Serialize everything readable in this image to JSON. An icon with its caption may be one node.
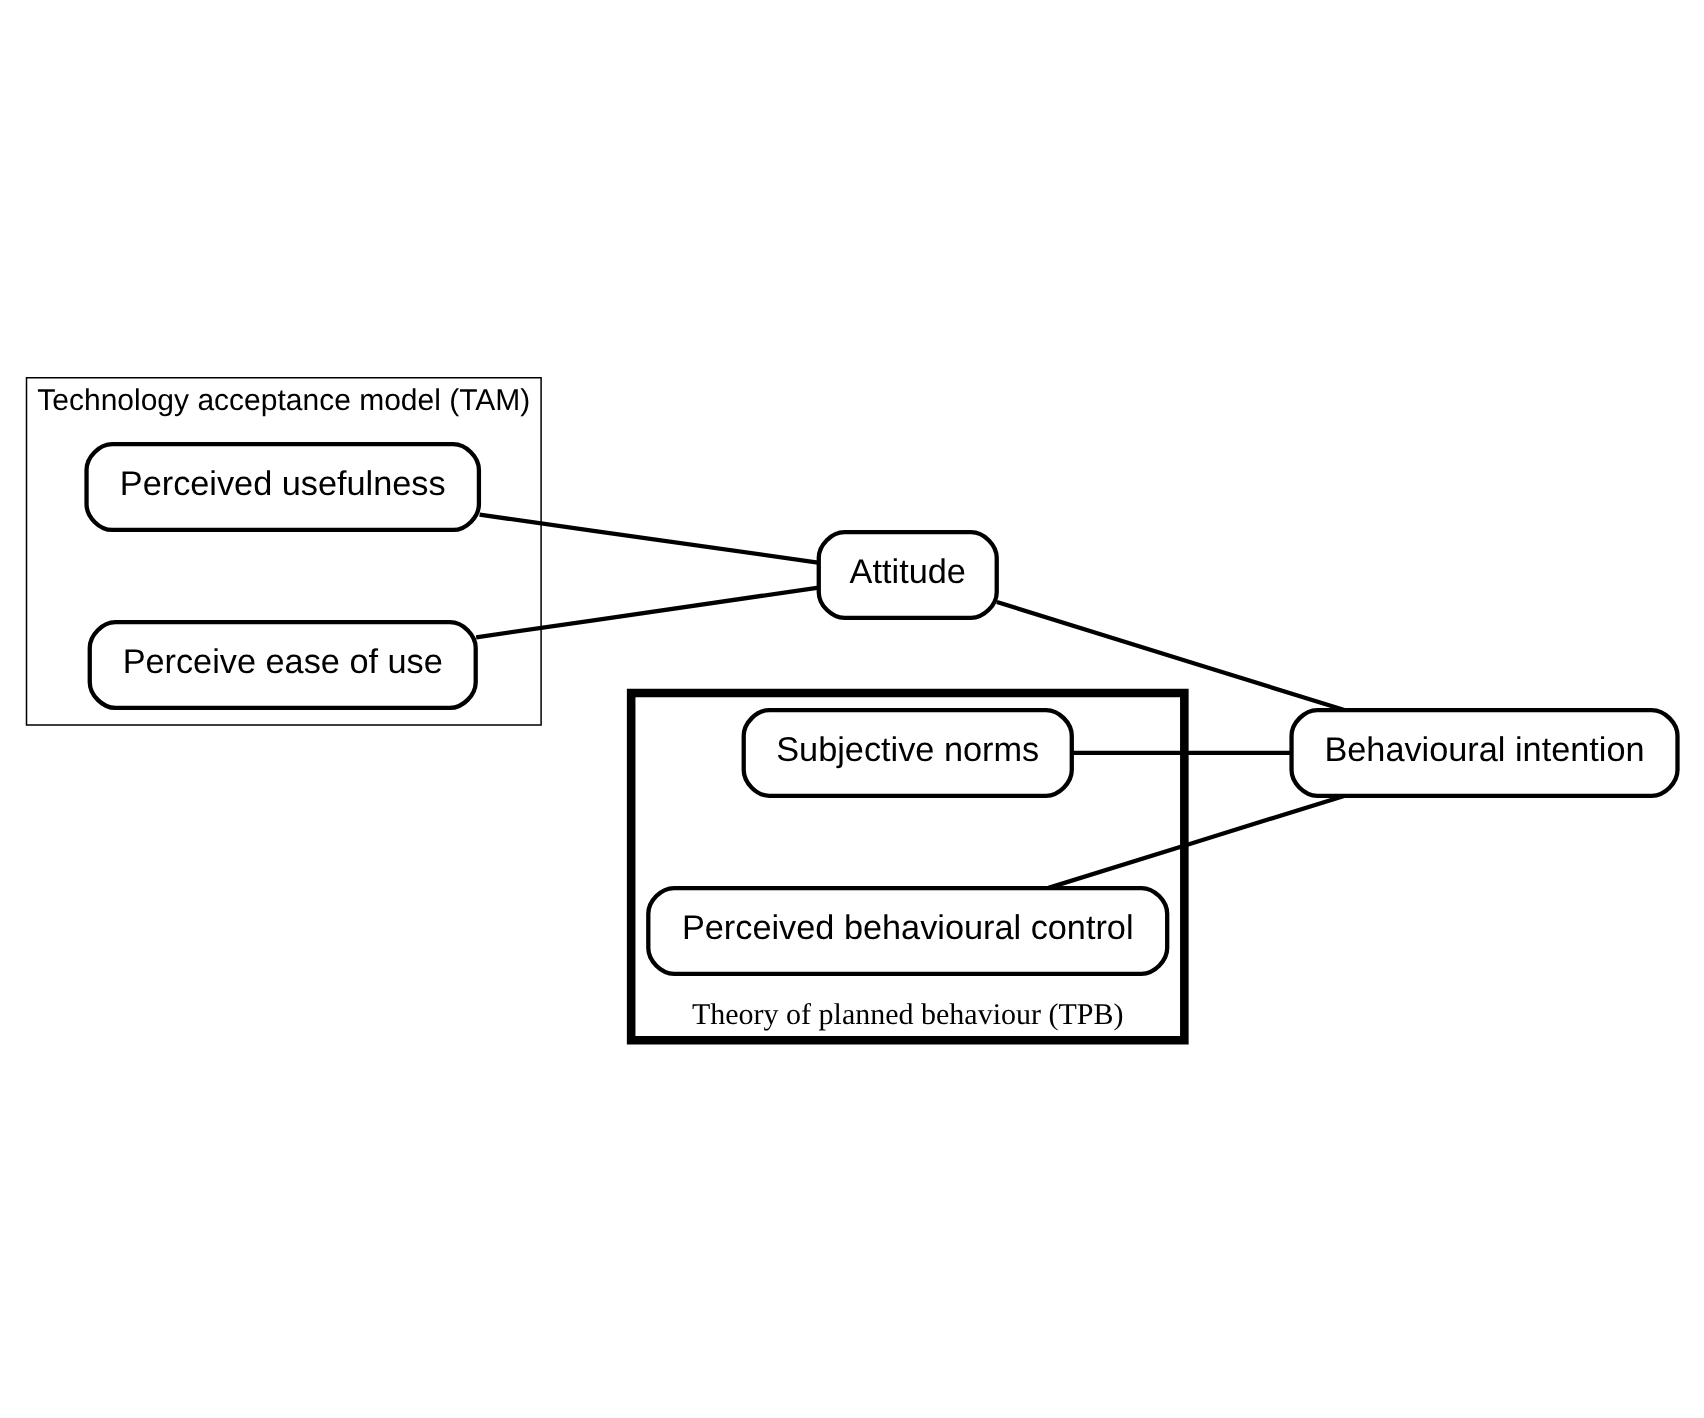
{
  "diagram": {
    "nodes": [
      {
        "text": [
          "Technology acceptance model (TAM)"
        ]
      },
      {
        "text": [
          "Perceived usefulness"
        ],
        "in": 0
      },
      {
        "text": [
          "Perceive ease of use"
        ],
        "in": 0
      },
      {
        "text": [
          "Theory of planned behaviour (TPB)"
        ]
      },
      {
        "text": [
          "Attitude"
        ]
      },
      {
        "text": [
          "Behavioural intention"
        ]
      },
      {
        "text": [
          "Subjective norms"
        ],
        "in": 3
      },
      {
        "text": [
          "Perceived behavioural control"
        ],
        "in": 3
      }
    ],
    "edges": [
      {
        "from": 1,
        "to": 4,
        "arrow": "none"
      },
      {
        "from": 2,
        "to": 4,
        "arrow": "none"
      },
      {
        "from": 4,
        "to": 5,
        "arrow": "none"
      },
      {
        "from": 6,
        "to": 5,
        "arrow": "none"
      },
      {
        "from": 7,
        "to": 5,
        "arrow": "none"
      }
    ]
  }
}
